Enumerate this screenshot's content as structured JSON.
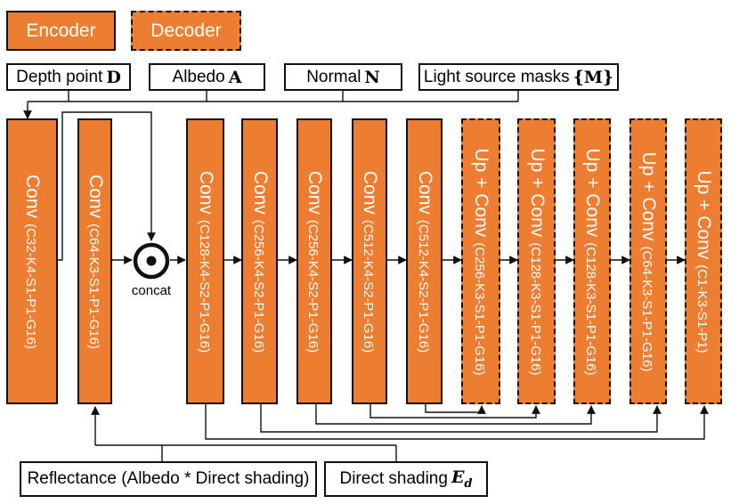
{
  "legend": {
    "encoder": "Encoder",
    "decoder": "Decoder"
  },
  "inputs": [
    {
      "label": "Depth point",
      "symbol": "D"
    },
    {
      "label": "Albedo",
      "symbol": "A"
    },
    {
      "label": "Normal",
      "symbol": "N"
    },
    {
      "label": "Light source masks",
      "symbol": "{M}"
    }
  ],
  "blocks": [
    {
      "kind": "encoder",
      "op": "Conv",
      "params": "(C32-K4-S1-P1-G16)"
    },
    {
      "kind": "encoder",
      "op": "Conv",
      "params": "(C64-K3-S1-P1-G16)"
    },
    {
      "kind": "encoder",
      "op": "Conv",
      "params": "(C128-K4-S2-P1-G16)"
    },
    {
      "kind": "encoder",
      "op": "Conv",
      "params": "(C256-K4-S2-P1-G16)"
    },
    {
      "kind": "encoder",
      "op": "Conv",
      "params": "(C256-K4-S2-P1-G16)"
    },
    {
      "kind": "encoder",
      "op": "Conv",
      "params": "(C512-K4-S2-P1-G16)"
    },
    {
      "kind": "encoder",
      "op": "Conv",
      "params": "(C512-K4-S2-P1-G16)"
    },
    {
      "kind": "decoder",
      "op": "Up + Conv",
      "params": "(C256-K3-S1-P1-G16)"
    },
    {
      "kind": "decoder",
      "op": "Up + Conv",
      "params": "(C128-K3-S1-P1-G16)"
    },
    {
      "kind": "decoder",
      "op": "Up + Conv",
      "params": "(C128-K3-S1-P1-G16)"
    },
    {
      "kind": "decoder",
      "op": "Up + Conv",
      "params": "(C64-K3-S1-P1-G16)"
    },
    {
      "kind": "decoder",
      "op": "Up + Conv",
      "params": "(C1-K3-S1-P1)"
    }
  ],
  "concat": {
    "label": "concat"
  },
  "outputs": [
    {
      "label": "Reflectance (Albedo * Direct shading)",
      "symbol": ""
    },
    {
      "label": "Direct shading",
      "symbol": "E",
      "subscript": "d"
    }
  ],
  "colors": {
    "block_fill": "#ED7D31",
    "stroke": "#111111"
  }
}
